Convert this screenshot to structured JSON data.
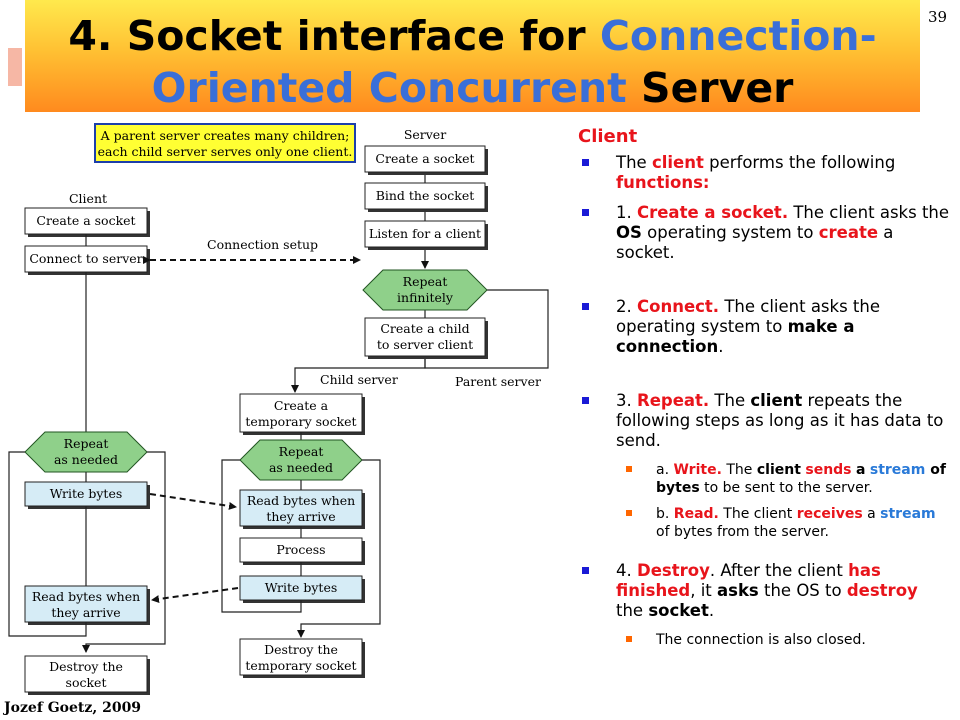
{
  "slide": {
    "number": "39",
    "footer": "Jozef Goetz, 2009",
    "title_part1": "4. Socket interface for ",
    "title_part2": "Connection-",
    "title_part3": "Oriented Concurrent",
    "title_part4": " Server",
    "accent_color": "#3a6fd8"
  },
  "diagram": {
    "note_line1": "A parent server creates many children;",
    "note_line2": "each child server serves only one client.",
    "server_heading": "Server",
    "client_heading": "Client",
    "create_socket": "Create a socket",
    "bind_socket": "Bind the socket",
    "listen": "Listen for a client",
    "repeat_inf_1": "Repeat",
    "repeat_inf_2": "infinitely",
    "create_child_1": "Create a child",
    "create_child_2": "to server client",
    "child_server": "Child server",
    "parent_server": "Parent server",
    "connection_setup": "Connection setup",
    "client_create_socket": "Create a socket",
    "client_connect": "Connect to server",
    "temp_socket_1": "Create a",
    "temp_socket_2": "temporary socket",
    "repeat_needed_1": "Repeat",
    "repeat_needed_2": "as needed",
    "read_bytes_1": "Read bytes when",
    "read_bytes_2": "they arrive",
    "process": "Process",
    "write_bytes": "Write bytes",
    "destroy_temp_1": "Destroy the",
    "destroy_temp_2": "temporary socket",
    "client_repeat_1": "Repeat",
    "client_repeat_2": "as needed",
    "client_write": "Write bytes",
    "client_read_1": "Read bytes when",
    "client_read_2": "they arrive",
    "client_destroy_1": "Destroy the",
    "client_destroy_2": "socket"
  },
  "text": {
    "heading": "Client",
    "b1": {
      "t1": "The ",
      "t2": "client",
      "t3": " performs the following ",
      "t4": "functions:"
    },
    "b2": {
      "t1": "1. ",
      "t2": "Create a socket.",
      "t3": " The client asks the ",
      "t4": "OS",
      "t5": " operating system  to ",
      "t6": "create",
      "t7": " a socket."
    },
    "b3": {
      "t1": "2. ",
      "t2": "Connect.",
      "t3": " The client asks the operating system  to ",
      "t4": "make a connection",
      "t5": "."
    },
    "b4": {
      "t1": "3. ",
      "t2": "Repeat.",
      "t3": " The ",
      "t4": "client",
      "t5": " repeats the following steps as long as it has data to send."
    },
    "sa": {
      "t1": "a. ",
      "t2": "Write.",
      "t3": " The ",
      "t4": "client",
      "t5": " ",
      "t6": "sends",
      "t7": " ",
      "t8": "a",
      "t9": " ",
      "t10": "stream",
      "t11": " of bytes",
      "t12": " to be sent to the server."
    },
    "sb": {
      "t1": "b. ",
      "t2": "Read.",
      "t3": " The client ",
      "t4": "receives",
      "t5": " a ",
      "t6": "stream",
      "t7": " of bytes from the server."
    },
    "b5": {
      "t1": "4. ",
      "t2": "Destroy",
      "t3": ". After the client ",
      "t4": "has finished",
      "t5": ",  it ",
      "t6": "asks",
      "t7": " the OS to ",
      "t8": "destroy",
      "t9": " the ",
      "t10": "socket",
      "t11": "."
    },
    "sc": {
      "t1": "The connection is also closed."
    }
  }
}
